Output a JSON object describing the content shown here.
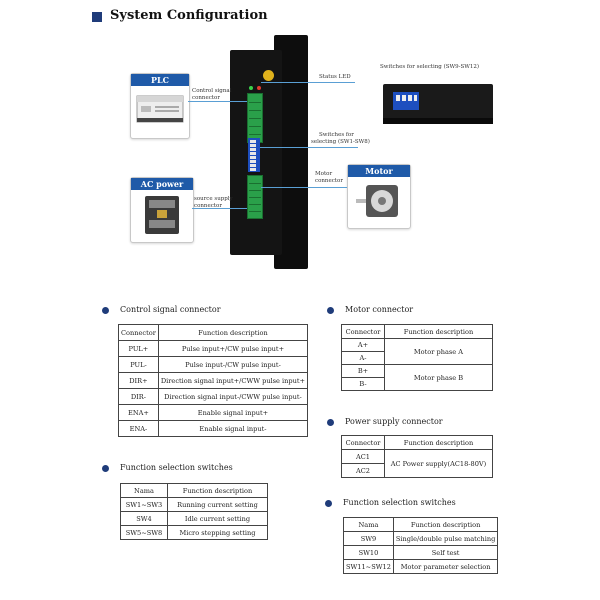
{
  "page_title": "System Configuration",
  "diagram": {
    "cards": {
      "plc": "PLC",
      "ac_power": "AC power supply",
      "motor": "Motor"
    },
    "callouts": {
      "control_signal": [
        "Control signal",
        "connector"
      ],
      "status_led": "Status LED",
      "sw9_12": "Switches for selecting (SW9-SW12)",
      "sw1_8": [
        "Switches for",
        "selecting (SW1-SW8)"
      ],
      "motor_connector": [
        "Motor",
        "connector"
      ],
      "source_supply": [
        "source supply",
        "connector"
      ]
    },
    "colors": {
      "accent": "#1f5aa8",
      "callout_line": "#5a9fd4",
      "terminal": "#2aa04a"
    }
  },
  "sections": {
    "control_signal": {
      "title": "Control signal connector",
      "headers": [
        "Connector",
        "Function description"
      ],
      "rows": [
        [
          "PUL+",
          "Pulse input+/CW pulse input+"
        ],
        [
          "PUL-",
          "Pulse input-/CW pulse input-"
        ],
        [
          "DIR+",
          "Direction signal input+/CWW pulse input+"
        ],
        [
          "DIR-",
          "Direction signal input-/CWW pulse input-"
        ],
        [
          "ENA+",
          "Enable signal input+"
        ],
        [
          "ENA-",
          "Enable signal input-"
        ]
      ]
    },
    "motor": {
      "title": "Motor connector",
      "headers": [
        "Connector",
        "Function description"
      ],
      "connectors": [
        "A+",
        "A-",
        "B+",
        "B-"
      ],
      "phase_a": "Motor phase A",
      "phase_b": "Motor phase B"
    },
    "power": {
      "title": "Power supply connector",
      "headers": [
        "Connector",
        "Function description"
      ],
      "connectors": [
        "AC1",
        "AC2"
      ],
      "desc": "AC Power supply(AC18-80V)"
    },
    "func_left": {
      "title": "Function selection switches",
      "headers": [
        "Nama",
        "Function description"
      ],
      "rows": [
        [
          "SW1~SW3",
          "Running current setting"
        ],
        [
          "SW4",
          "Idle current setting"
        ],
        [
          "SW5~SW8",
          "Micro stepping setting"
        ]
      ]
    },
    "func_right": {
      "title": "Function selection switches",
      "headers": [
        "Nama",
        "Function description"
      ],
      "rows": [
        [
          "SW9",
          "Single/double pulse matching"
        ],
        [
          "SW10",
          "Self test"
        ],
        [
          "SW11~SW12",
          "Motor parameter selection"
        ]
      ]
    }
  }
}
